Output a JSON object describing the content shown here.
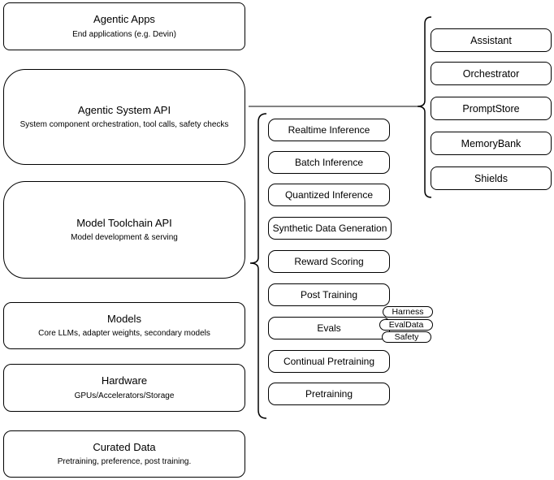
{
  "diagram": {
    "layers": [
      {
        "title": "Agentic Apps",
        "subtitle": "End applications (e.g. Devin)"
      },
      {
        "title": "Agentic System API",
        "subtitle": "System component orchestration, tool calls, safety checks"
      },
      {
        "title": "Model Toolchain API",
        "subtitle": "Model development & serving"
      },
      {
        "title": "Models",
        "subtitle": "Core LLMs, adapter weights, secondary models"
      },
      {
        "title": "Hardware",
        "subtitle": "GPUs/Accelerators/Storage"
      },
      {
        "title": "Curated Data",
        "subtitle": "Pretraining, preference, post training."
      }
    ],
    "toolchain_services": [
      "Realtime Inference",
      "Batch Inference",
      "Quantized Inference",
      "Synthetic Data Generation",
      "Reward Scoring",
      "Post Training",
      "Evals",
      "Continual Pretraining",
      "Pretraining"
    ],
    "evals_tags": [
      "Harness",
      "EvalData",
      "Safety"
    ],
    "system_components": [
      "Assistant",
      "Orchestrator",
      "PromptStore",
      "MemoryBank",
      "Shields"
    ],
    "colors": {
      "box_border": "#000000",
      "box_fill": "#ffffff",
      "text": "#000000",
      "connector_line": "#828282"
    }
  }
}
